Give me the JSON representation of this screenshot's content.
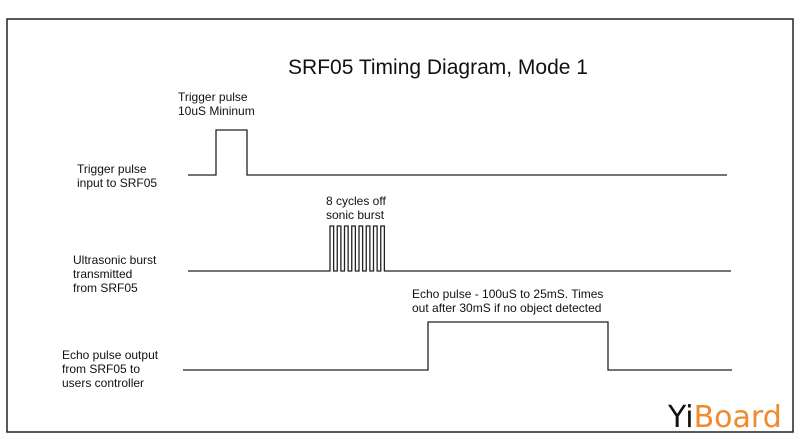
{
  "title": "SRF05 Timing Diagram, Mode 1",
  "signals": [
    {
      "label_lines": [
        "Trigger pulse",
        "input to SRF05"
      ],
      "annotation_lines": [
        "Trigger pulse",
        "10uS Mininum"
      ]
    },
    {
      "label_lines": [
        "Ultrasonic burst",
        "transmitted",
        "from SRF05"
      ],
      "annotation_lines": [
        "8 cycles off",
        "sonic burst"
      ],
      "cycles": 8
    },
    {
      "label_lines": [
        "Echo pulse output",
        "from SRF05 to",
        "users controller"
      ],
      "annotation_lines": [
        "Echo pulse - 100uS to 25mS. Times",
        "out after 30mS if no object detected"
      ]
    }
  ],
  "watermark": {
    "part1": "Yi",
    "part2": "Board",
    "color1": "#111111",
    "color2": "#f08a2c"
  }
}
